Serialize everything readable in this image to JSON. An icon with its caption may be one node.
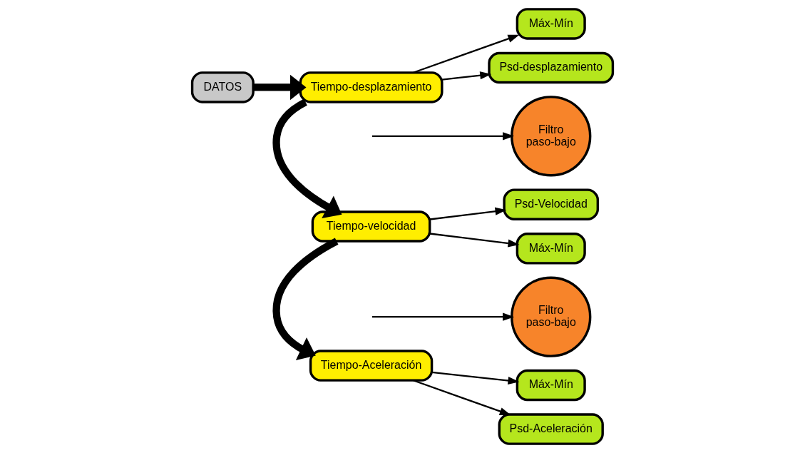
{
  "diagram": {
    "nodes": [
      {
        "text": [
          "DATOS"
        ]
      },
      {
        "text": [
          "Tiempo-desplazamiento"
        ]
      },
      {
        "text": [
          "Máx-Mín"
        ]
      },
      {
        "text": [
          "Psd-desplazamiento"
        ]
      },
      {
        "text": [
          "Filtro paso-bajo"
        ]
      },
      {
        "text": [
          "Tiempo-velocidad"
        ]
      },
      {
        "text": [
          "Máx-Mín"
        ]
      },
      {
        "text": [
          "Psd-Velocidad"
        ]
      },
      {
        "text": [
          "Filtro paso-bajo"
        ]
      },
      {
        "text": [
          "Tiempo-Aceleración"
        ]
      },
      {
        "text": [
          "Máx-Mín"
        ]
      },
      {
        "text": [
          "Psd-Aceleración"
        ]
      }
    ],
    "edges": [
      {
        "from": 0,
        "to": 1,
        "arrow": "to",
        "style": "thick"
      },
      {
        "from": 1,
        "to": 2,
        "arrow": "to"
      },
      {
        "from": 1,
        "to": 3,
        "arrow": "to"
      },
      {
        "from": 1,
        "to": 5,
        "arrow": "to",
        "style": "thick"
      },
      {
        "from": null,
        "to": 4,
        "arrow": "to"
      },
      {
        "from": 5,
        "to": 6,
        "arrow": "to"
      },
      {
        "from": 5,
        "to": 7,
        "arrow": "to"
      },
      {
        "from": 5,
        "to": 9,
        "arrow": "to",
        "style": "thick"
      },
      {
        "from": null,
        "to": 8,
        "arrow": "to"
      },
      {
        "from": 9,
        "to": 10,
        "arrow": "to"
      },
      {
        "from": 9,
        "to": 11,
        "arrow": "to"
      }
    ]
  }
}
